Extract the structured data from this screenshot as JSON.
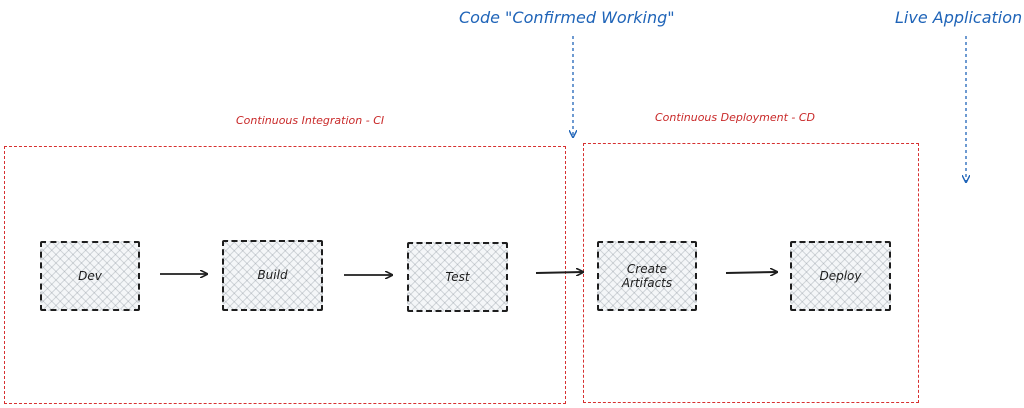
{
  "annotations": {
    "confirmed": "Code \"Confirmed Working\"",
    "live": "Live Application"
  },
  "groups": {
    "ci": "Continuous Integration - CI",
    "cd": "Continuous Deployment - CD"
  },
  "nodes": {
    "dev": "Dev",
    "build": "Build",
    "test": "Test",
    "artifacts": "Create\nArtifacts",
    "deploy": "Deploy"
  },
  "colors": {
    "annotation": "#1f64b8",
    "group_border": "#d63030",
    "node_border": "#1e1e1e",
    "arrow": "#1e1e1e"
  }
}
